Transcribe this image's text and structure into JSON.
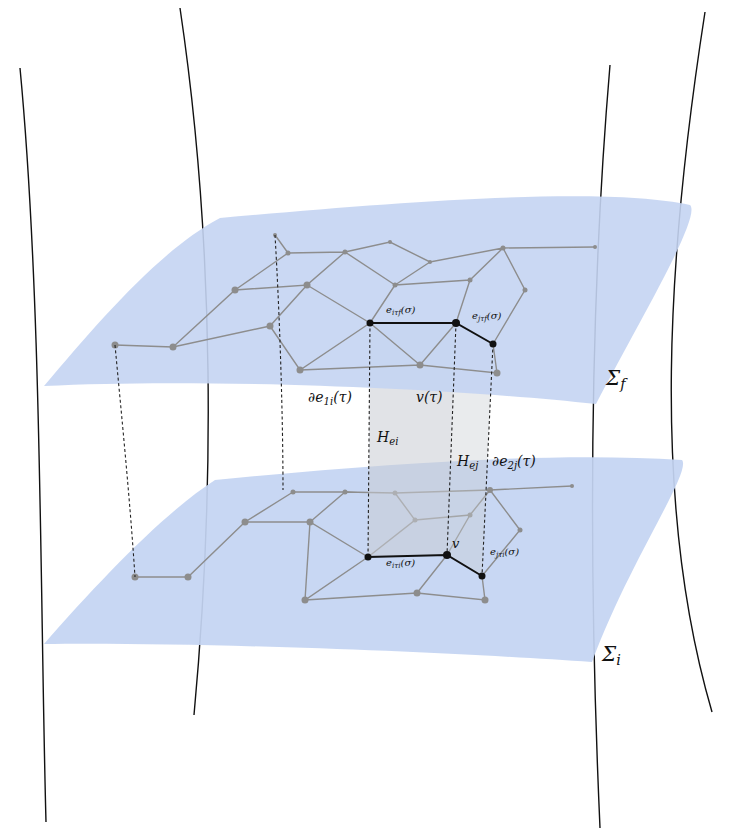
{
  "diagram": {
    "labels": [
      "eiτf(σ)",
      "ejτf(σ)",
      "Σf",
      "∂e1i(τ)",
      "v(τ)",
      "Hei",
      "Hej",
      "∂e2j(τ)",
      "eiτi(σ)",
      "v",
      "ejτi(σ)",
      "Σi"
    ]
  }
}
